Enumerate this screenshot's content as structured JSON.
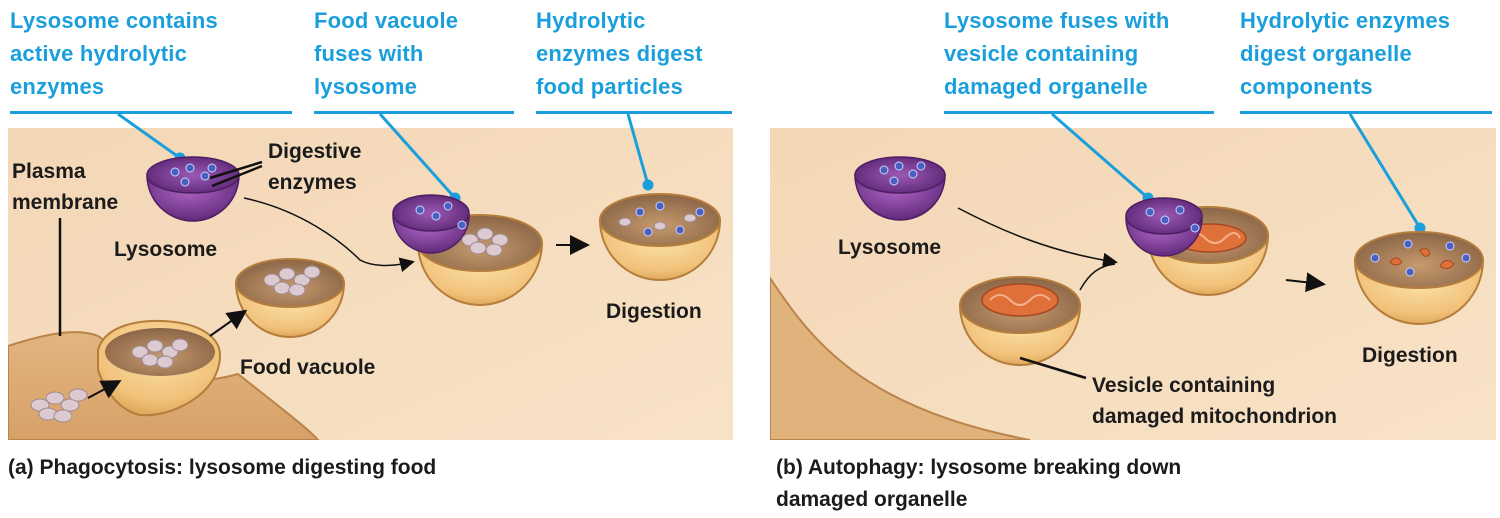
{
  "panel_a": {
    "steps": [
      {
        "label": "Lysosome contains\nactive hydrolytic\nenzymes"
      },
      {
        "label": "Food vacuole\nfuses with\nlysosome"
      },
      {
        "label": "Hydrolytic\nenzymes digest\nfood particles"
      }
    ],
    "labels": {
      "plasma_membrane": "Plasma\nmembrane",
      "digestive_enzymes": "Digestive\nenzymes",
      "lysosome": "Lysosome",
      "food_vacuole": "Food vacuole",
      "digestion": "Digestion"
    },
    "caption": "(a) Phagocytosis: lysosome digesting food"
  },
  "panel_b": {
    "steps": [
      {
        "label": "Lysosome fuses with\nvesicle containing\ndamaged organelle"
      },
      {
        "label": "Hydrolytic enzymes\ndigest organelle\ncomponents"
      }
    ],
    "labels": {
      "lysosome": "Lysosome",
      "vesicle": "Vesicle containing\ndamaged mitochondrion",
      "digestion": "Digestion"
    },
    "caption": "(b) Autophagy: lysosome breaking down\ndamaged organelle"
  },
  "colors": {
    "label_blue": "#1a9fdc",
    "cytoplasm": "#f6dbb8",
    "membrane": "#ddaa6d",
    "lysosome_purple": "#7a3596",
    "enzyme_dot": "#4a5fc0",
    "food_particle": "#dccad0",
    "mitochondrion": "#e0703a"
  }
}
